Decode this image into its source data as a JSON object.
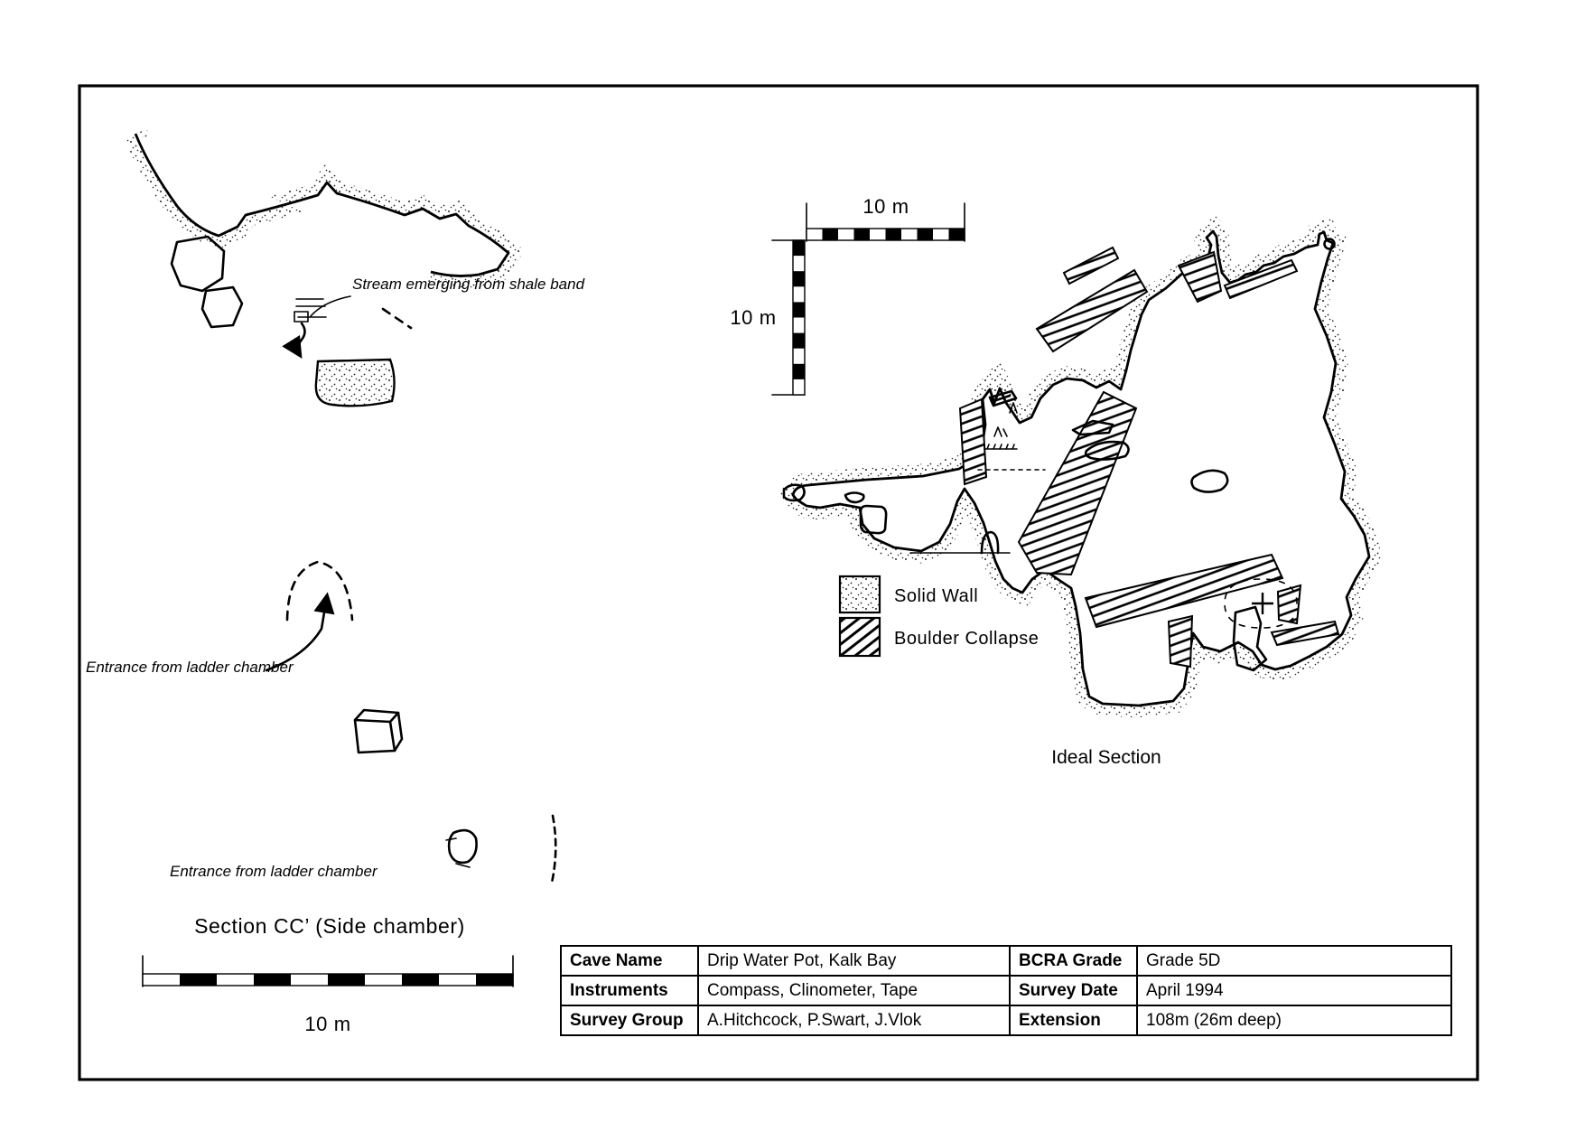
{
  "section_cc": {
    "title": "Section CC’ (Side chamber)",
    "scale_label": "10 m",
    "annotations": {
      "stream": "Stream emerging from shale band",
      "entrance_upper": "Entrance from ladder chamber",
      "entrance_lower": "Entrance from ladder chamber"
    }
  },
  "ideal_section": {
    "title": "Ideal Section",
    "scale_h_label": "10 m",
    "scale_v_label": "10 m"
  },
  "legend": {
    "items": [
      {
        "label": "Solid Wall",
        "swatch": "stipple"
      },
      {
        "label": "Boulder Collapse",
        "swatch": "hatch"
      }
    ]
  },
  "info_table": {
    "rows": [
      {
        "label1": "Cave Name",
        "value1": "Drip Water Pot, Kalk Bay",
        "label2": "BCRA Grade",
        "value2": "Grade 5D"
      },
      {
        "label1": "Instruments",
        "value1": "Compass, Clinometer, Tape",
        "label2": "Survey Date",
        "value2": "April 1994"
      },
      {
        "label1": "Survey Group",
        "value1": "A.Hitchcock, P.Swart, J.Vlok",
        "label2": "Extension",
        "value2": "108m (26m deep)"
      }
    ]
  },
  "colors": {
    "ink": "#000000",
    "paper": "#ffffff"
  }
}
